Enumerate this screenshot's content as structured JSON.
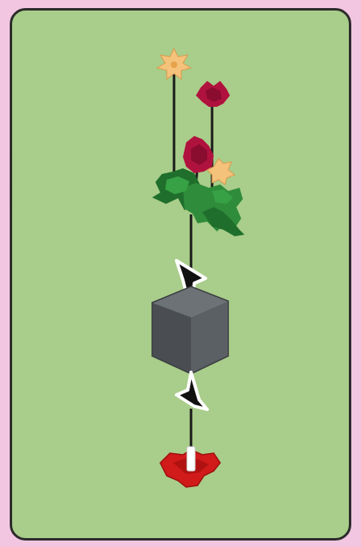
{
  "colors": {
    "outer_background": "#f2c6e0",
    "card_background": "#a9cd8a",
    "card_border": "#2b2b2b",
    "stem": "#1a1a1a",
    "leaf_dark": "#1f6e2c",
    "leaf_light": "#2f8c3a",
    "flower_magenta": "#b0123e",
    "flower_peach": "#f4c27a",
    "box_dark": "#4a4e52",
    "box_mid": "#5b6065",
    "box_light": "#6d7277",
    "arrow": "#111111",
    "arrow_outline": "#ffffff",
    "red_base": "#d11a1a"
  },
  "scene": {
    "top_item": "flower-bouquet",
    "middle_item": "gray-cube-box",
    "bottom_item": "red-flower-base"
  }
}
